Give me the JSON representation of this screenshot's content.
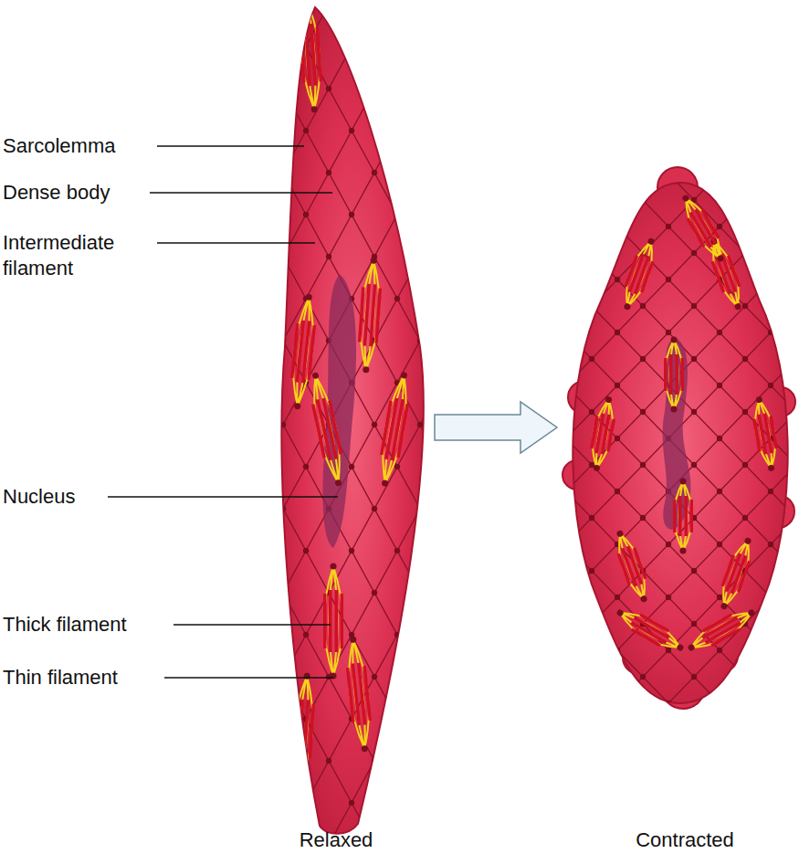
{
  "diagram": {
    "labels": [
      "Sarcolemma",
      "Dense body",
      "Intermediate filament",
      "Nucleus",
      "Thick filament",
      "Thin filament",
      "Relaxed",
      "Contracted"
    ]
  }
}
